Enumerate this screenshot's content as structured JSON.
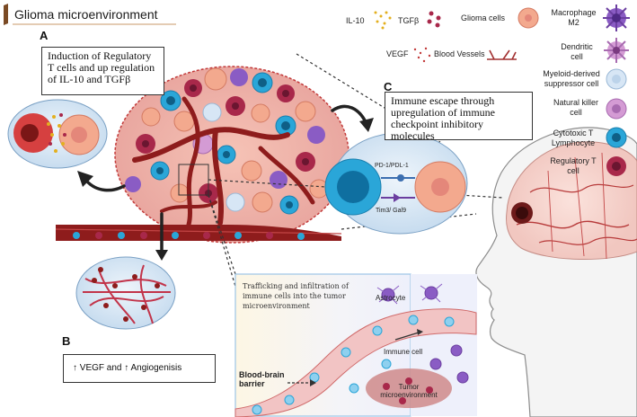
{
  "title": "Glioma microenvironment",
  "panels": {
    "A": {
      "letter": "A",
      "text": "Induction of Regulatory T cells and up regulation of IL-10 and TGFβ"
    },
    "B": {
      "letter": "B",
      "arrow1": "↑",
      "text1": "VEGF and",
      "arrow2": "↑",
      "text2": "Angiogenisis"
    },
    "C": {
      "letter": "C",
      "text": "Immune escape through upregulation of immune checkpoint inhibitory molecules"
    }
  },
  "checkpoints": {
    "pd1": "PD-1/PDL-1",
    "tim3": "Tim3/ Gal9"
  },
  "trafficking": {
    "caption": "Trafficking and infiltration of immune cells into the tumor microenvironment",
    "astrocyte": "Astrocyte",
    "immune_cell": "Immune cell",
    "bbb": "Blood-brain barrier",
    "tumor": "Tumor microenvironment"
  },
  "legend": {
    "il10": "IL-10",
    "tgfb": "TGFβ",
    "vegf": "VEGF",
    "vessels": "Blood Vessels",
    "glioma": "Glioma cells",
    "macrophage": "Macrophage M2",
    "dendritic": "Dendritic cell",
    "mdsc": "Myeloid-derived suppressor cell",
    "nk": "Natural killer cell",
    "ctl": "Cytotoxic T Lymphocyte",
    "treg": "Regulatory T cell"
  },
  "colors": {
    "vessel": "#8e1c1c",
    "glioma": "#f3a98e",
    "treg": "#a8284a",
    "ctl": "#2aa6d8",
    "macrophage": "#8a5cc4"
  }
}
